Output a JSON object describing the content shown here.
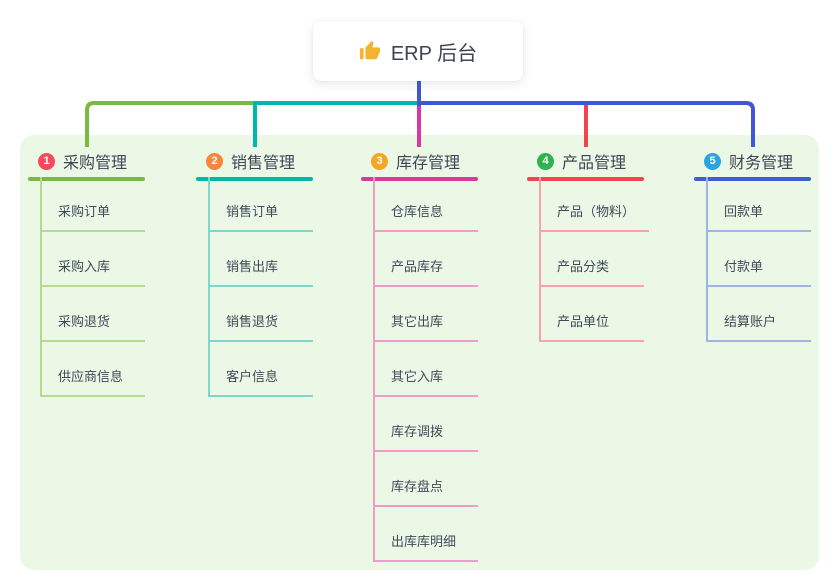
{
  "canvas": {
    "background_color": "#ffffff",
    "panel_color": "#ecf8e6"
  },
  "root": {
    "label": "ERP 后台",
    "icon": "thumbs-up-icon",
    "icon_color": "#f2b32e",
    "line_color": "#4156d6"
  },
  "branches": [
    {
      "num": "1",
      "label": "采购管理",
      "badge_color": "#f5495c",
      "line_color": "#7cb93f",
      "light_color": "#b6db8e",
      "children": [
        "采购订单",
        "采购入库",
        "采购退货",
        "供应商信息"
      ]
    },
    {
      "num": "2",
      "label": "销售管理",
      "badge_color": "#f6873b",
      "line_color": "#00b7ac",
      "light_color": "#7ed6cd",
      "children": [
        "销售订单",
        "销售出库",
        "销售退货",
        "客户信息"
      ]
    },
    {
      "num": "3",
      "label": "库存管理",
      "badge_color": "#f5a623",
      "line_color": "#d9399e",
      "light_color": "#f09cca",
      "children": [
        "仓库信息",
        "产品库存",
        "其它出库",
        "其它入库",
        "库存调拨",
        "库存盘点",
        "出库库明细"
      ]
    },
    {
      "num": "4",
      "label": "产品管理",
      "badge_color": "#2fb350",
      "line_color": "#f2434e",
      "light_color": "#f8a3a8",
      "children": [
        "产品（物料）",
        "产品分类",
        "产品单位"
      ]
    },
    {
      "num": "5",
      "label": "财务管理",
      "badge_color": "#2ba3e0",
      "line_color": "#3d5fd3",
      "light_color": "#9fb3e6",
      "children": [
        "回款单",
        "付款单",
        "结算账户"
      ]
    }
  ]
}
